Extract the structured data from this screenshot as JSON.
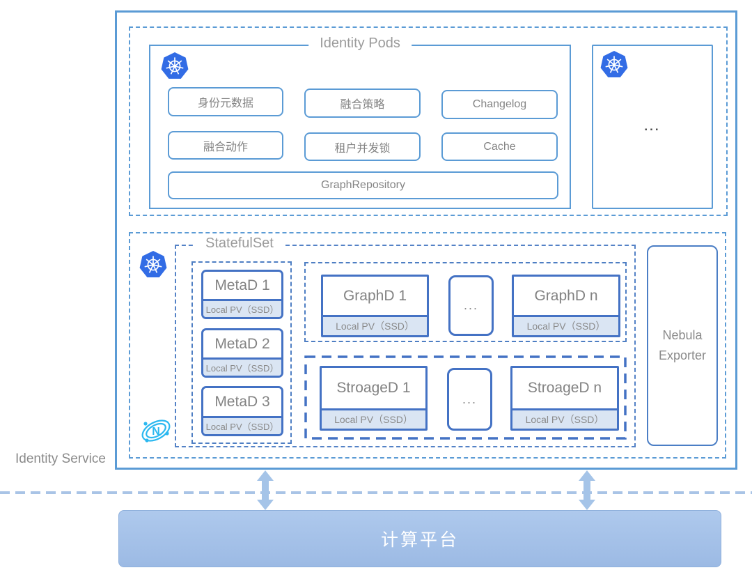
{
  "labels": {
    "identity_service": "Identity Service",
    "platform": "计算平台"
  },
  "pods": {
    "title": "Identity Pods",
    "modules": [
      "身份元数据",
      "融合策略",
      "Changelog",
      "融合动作",
      "租户并发锁",
      "Cache"
    ],
    "repository": "GraphRepository",
    "more_ellipsis": "..."
  },
  "statefulset": {
    "title": "StatefulSet",
    "meta_nodes": [
      {
        "name": "MetaD 1",
        "storage": "Local PV（SSD）"
      },
      {
        "name": "MetaD 2",
        "storage": "Local PV（SSD）"
      },
      {
        "name": "MetaD 3",
        "storage": "Local PV（SSD）"
      }
    ],
    "graph_row": {
      "first": {
        "name": "GraphD 1",
        "storage": "Local PV（SSD）"
      },
      "ellipsis": "...",
      "last": {
        "name": "GraphD n",
        "storage": "Local PV（SSD）"
      }
    },
    "storage_row": {
      "first": {
        "name": "StroageD 1",
        "storage": "Local PV（SSD）"
      },
      "ellipsis": "...",
      "last": {
        "name": "StroageD n",
        "storage": "Local PV（SSD）"
      }
    }
  },
  "exporter": {
    "label": "Nebula Exporter"
  },
  "icons": [
    "kubernetes-icon",
    "nebula-graph-icon",
    "double-arrow-icon"
  ],
  "colors": {
    "section_border": "#5B9BD5",
    "node_border": "#4472C4",
    "pv_fill": "#DAE5F3",
    "kubernetes_blue": "#326CE5",
    "nebula_cyan": "#2BB8F0",
    "arrow_blue": "#A5C4E8",
    "platform_fill": "#A6C3E9",
    "text_gray": "#848484"
  }
}
